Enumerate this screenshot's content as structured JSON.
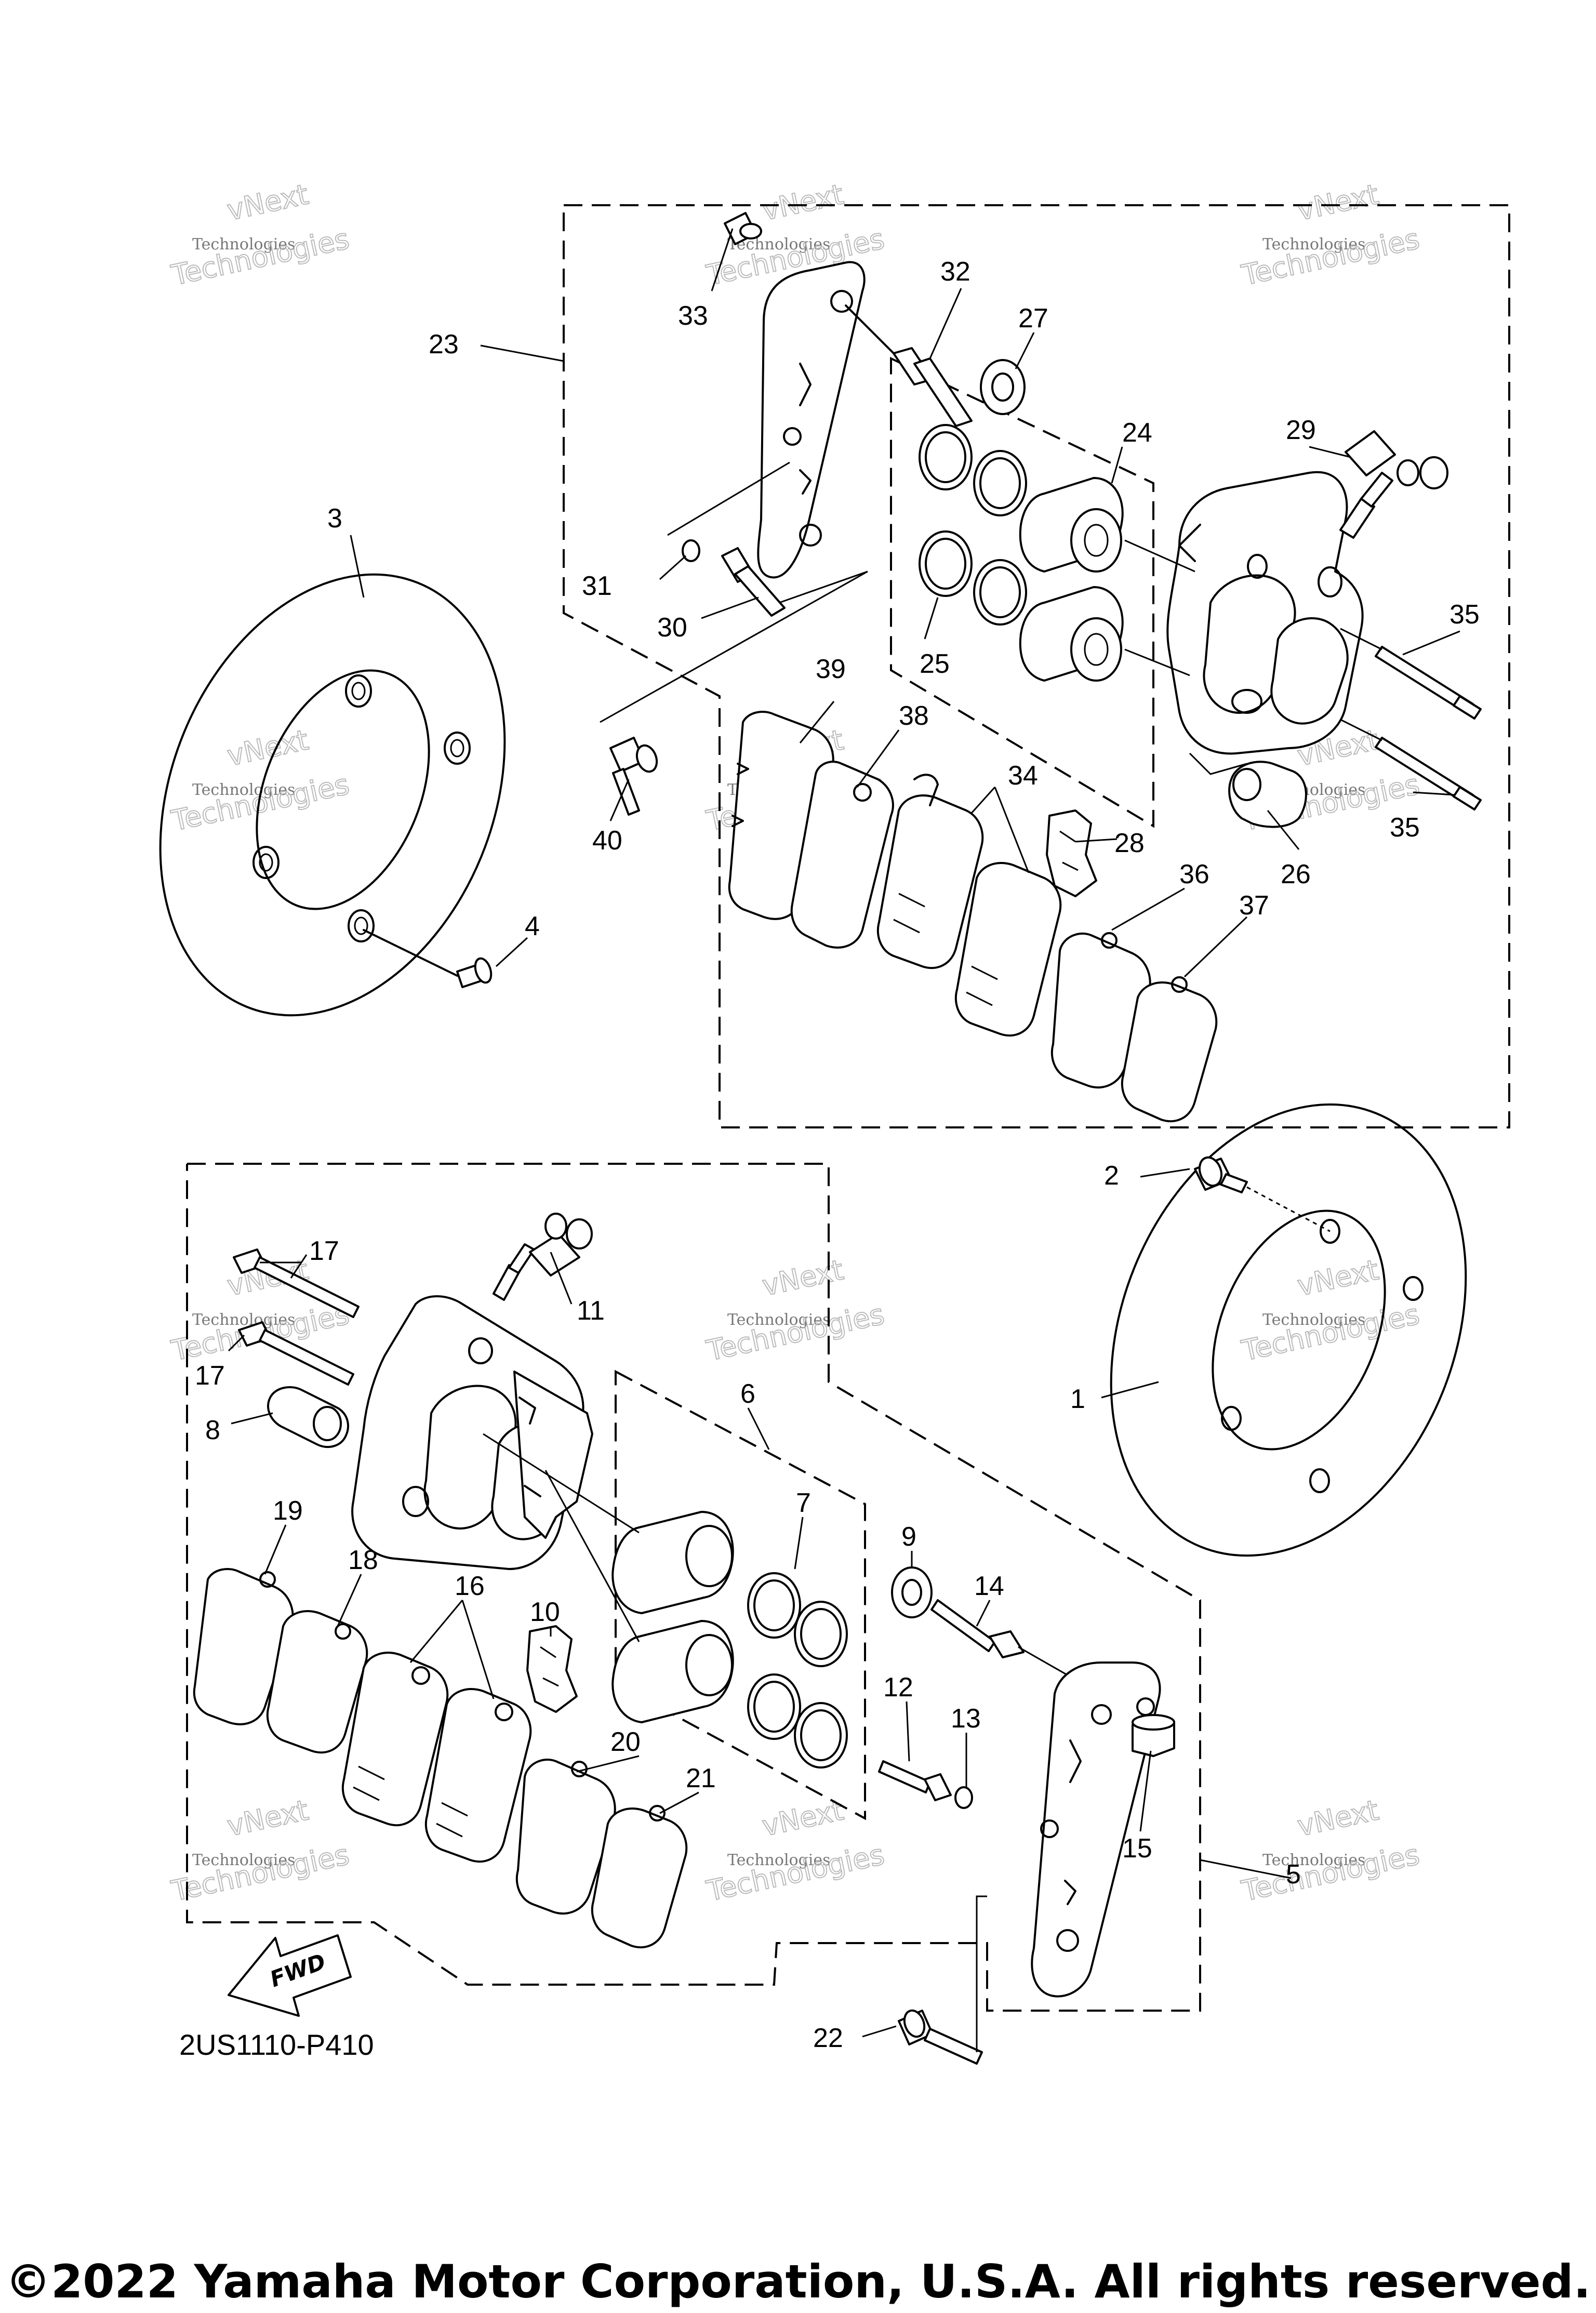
{
  "diagram_code": "2US1110-P410",
  "copyright": "©2022 Yamaha Motor Corporation, U.S.A. All rights reserved.",
  "fwd_label": "FWD",
  "watermark": {
    "line1": "vNext",
    "line2": "Technologies",
    "line3": "Technologies"
  },
  "callouts": {
    "c1": "1",
    "c2": "2",
    "c3": "3",
    "c4": "4",
    "c5": "5",
    "c6": "6",
    "c7": "7",
    "c8": "8",
    "c9": "9",
    "c10": "10",
    "c11": "11",
    "c12": "12",
    "c13": "13",
    "c14": "14",
    "c15": "15",
    "c16": "16",
    "c17a": "17",
    "c17b": "17",
    "c18": "18",
    "c19": "19",
    "c20": "20",
    "c21": "21",
    "c22": "22",
    "c23": "23",
    "c24": "24",
    "c25": "25",
    "c26": "26",
    "c27": "27",
    "c28": "28",
    "c29": "29",
    "c30": "30",
    "c31": "31",
    "c32": "32",
    "c33": "33",
    "c34": "34",
    "c35a": "35",
    "c35b": "35",
    "c36": "36",
    "c37": "37",
    "c38": "38",
    "c39": "39",
    "c40": "40"
  }
}
